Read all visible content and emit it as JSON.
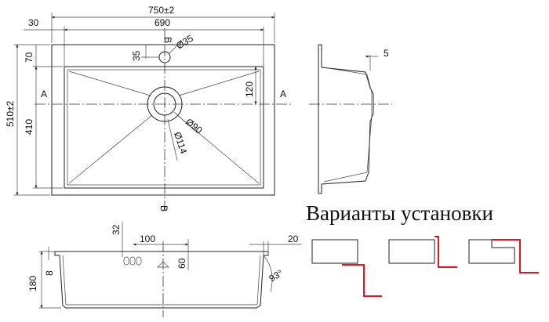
{
  "front_view": {
    "width_overall": "750±2",
    "width_inner": "690",
    "flange_left": "30",
    "height_overall": "510±2",
    "height_inner": "410",
    "flange_top": "70",
    "tap_hole_offset": "35",
    "tap_hole_dia": "Ø35",
    "drain_offset": "120",
    "drain_inner_dia": "Ø90",
    "drain_outer_dia": "Ø114",
    "section_a": "A",
    "section_b": "B"
  },
  "side_view": {
    "flange_width": "5"
  },
  "section_view": {
    "depth": "180",
    "rim": "8",
    "overflow_height": "32",
    "overflow_width": "100",
    "overflow_to_drain": "60",
    "wall_offset": "20",
    "wall_angle": "93°"
  },
  "install": {
    "title": "Варианты установки"
  },
  "colors": {
    "lines": "#222222",
    "install_red": "#e3141b",
    "stone_hatch": "#888888"
  }
}
